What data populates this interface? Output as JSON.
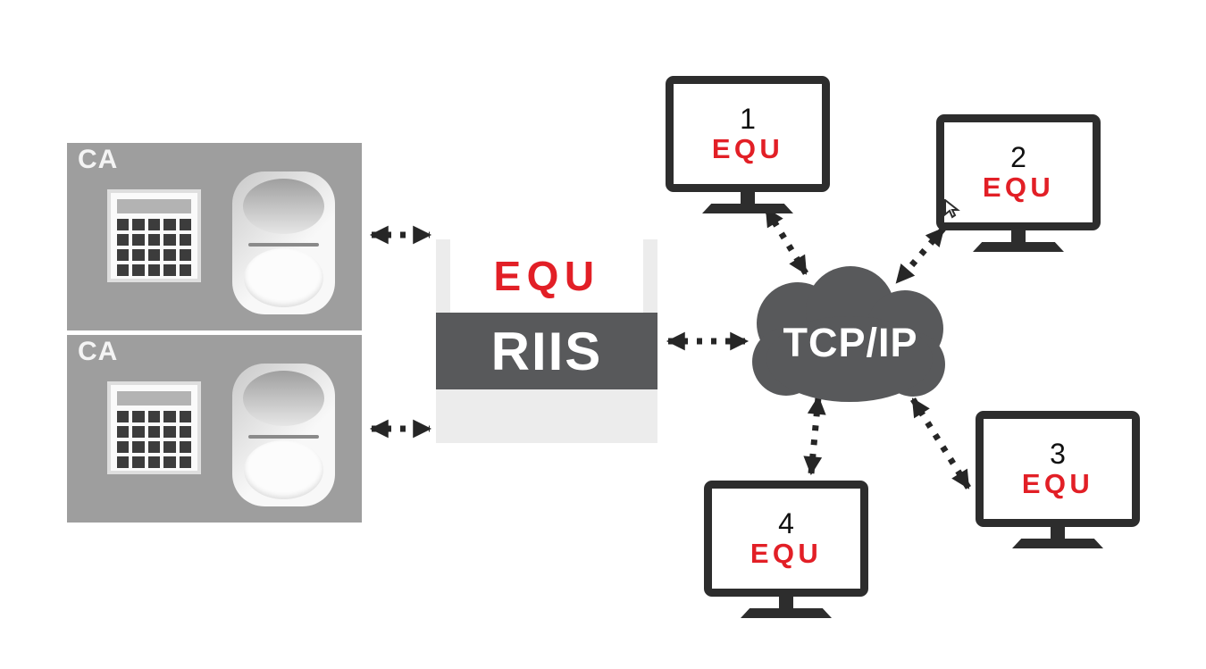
{
  "diagram": {
    "ca_boxes": [
      {
        "label": "CA"
      },
      {
        "label": "CA"
      }
    ],
    "server": {
      "logo": "EQU",
      "name": "RIIS"
    },
    "cloud": {
      "label": "TCP/IP"
    },
    "workstations": [
      {
        "number": "1",
        "logo": "EQU"
      },
      {
        "number": "2",
        "logo": "EQU"
      },
      {
        "number": "3",
        "logo": "EQU"
      },
      {
        "number": "4",
        "logo": "EQU"
      }
    ],
    "colors": {
      "logo_red": "#e21f26",
      "box_gray": "#9e9e9e",
      "cloud_gray": "#58595b",
      "arrow_black": "#262626"
    },
    "icons": [
      "keypad-icon",
      "card-reader-icon",
      "cloud-icon",
      "monitor-icon",
      "dotted-arrow-icon",
      "cursor-icon"
    ]
  }
}
